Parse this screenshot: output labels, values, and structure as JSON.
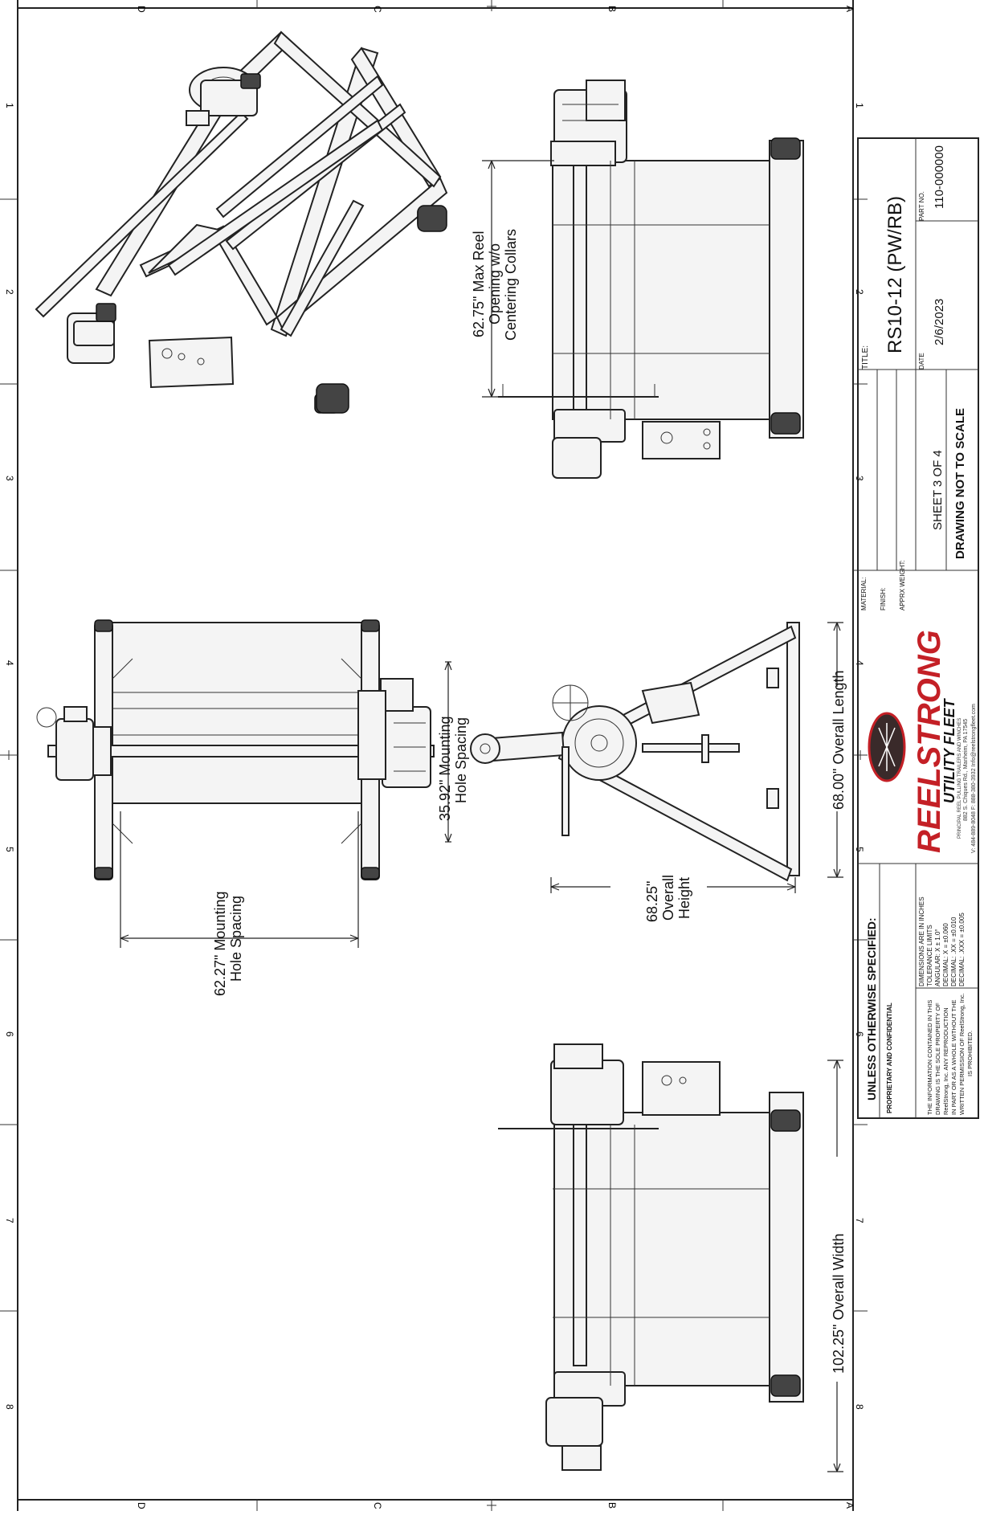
{
  "border": {
    "rows_left": [
      "D",
      "C",
      "B",
      "A"
    ],
    "rows_right": [
      "D",
      "C",
      "B",
      "A"
    ],
    "cols_top": [
      "1",
      "2",
      "3",
      "4",
      "5",
      "6",
      "7",
      "8"
    ],
    "cols_bottom": [
      "1",
      "2",
      "3",
      "4",
      "5",
      "6",
      "7",
      "8"
    ]
  },
  "dimensions": {
    "max_reel_opening": [
      "62.75\" Max Reel",
      "Opening w/o",
      "Centering Collars"
    ],
    "mounting_hole_spacing_short": [
      "35.92\" Mounting",
      "Hole Spacing"
    ],
    "mounting_hole_spacing_long": [
      "62.27\" Mounting",
      "Hole Spacing"
    ],
    "overall_length": "68.00\" Overall Length",
    "overall_height": [
      "68.25\"",
      "Overall",
      "Height"
    ],
    "overall_width": "102.25\" Overall Width"
  },
  "title_block": {
    "title_label": "TITLE:",
    "title": "RS10-12 (PW/RB)",
    "material_label": "MATERIAL:",
    "finish_label": "FINISH:",
    "weight_label": "APPRX WEIGHT:",
    "date_label": "DATE",
    "date": "2/6/2023",
    "part_no_label": "PART NO.",
    "part_no": "110-000000",
    "sheet": "SHEET 3 OF 4",
    "scale_note": "DRAWING NOT TO SCALE",
    "unless_specified": "UNLESS OTHERWISE SPECIFIED:",
    "proprietary_heading": "PROPRIETARY AND CONFIDENTIAL",
    "proprietary_text": [
      "THE INFORMATION CONTAINED IN THIS",
      "DRAWING IS THE SOLE PROPERTY OF",
      "ReelStrong, Inc. ANY REPRODUCTION",
      "IN PART OR AS A WHOLE WITHOUT THE",
      "WRITTEN PERMISSION OF ReelStrong, Inc.",
      "IS PROHIBITED."
    ],
    "tolerances": [
      "DIMENSIONS ARE IN INCHES",
      "TOLERANCE LIMITS",
      "ANGULAR: X ± 1.0°",
      "DECIMAL: X = ±0.060",
      "DECIMAL: .XX = ±0.010",
      "DECIMAL: .XXX = ±0.005"
    ],
    "logo_name": "REELSTRONG",
    "logo_sub": "UTILITY FLEET",
    "tagline": "PRINCIPAL REEL PULLING TRAILERS AND WINCHES",
    "address": "882 S. Chiques Rd., Manheim, PA 17545",
    "contact": "V: 484-889-8048 F: 888-380-3932 Info@reelstrongfleet.com",
    "logo_color": "#c42026"
  }
}
